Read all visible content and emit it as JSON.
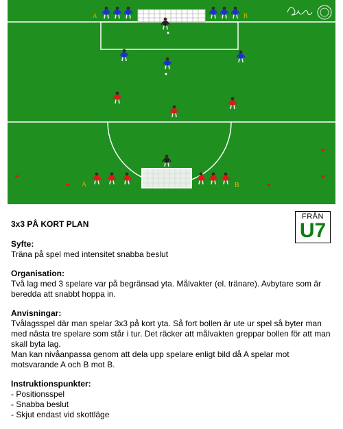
{
  "diagram": {
    "label_a_top": "A",
    "label_b_top": "B",
    "label_a_bottom": "A",
    "label_b_bottom": "B",
    "pitch_color": "#1f8f1f",
    "team_blue_color": "#1a2fd6",
    "team_red_color": "#e01818",
    "keeper_color": "#222222",
    "label_color": "#e0b400"
  },
  "badge": {
    "top": "FRÅN",
    "main": "U7"
  },
  "doc": {
    "title": "3x3 PÅ KORT PLAN",
    "sections": [
      {
        "heading": "Syfte:",
        "paragraphs": [
          "Träna på spel med intensitet snabba beslut"
        ]
      },
      {
        "heading": "Organisation:",
        "paragraphs": [
          "Två lag med 3 spelare var på begränsad yta. Målvakter (el. tränare). Avbytare som är beredda att snabbt hoppa in."
        ]
      },
      {
        "heading": "Anvisningar:",
        "paragraphs": [
          "Tvålagsspel där man spelar 3x3 på kort yta. Så fort bollen är ute ur spel så byter man med nästa tre spelare som står i tur. Det räcker att målvakten greppar bollen för att man skall byta lag.",
          "Man kan nivåanpassa genom att dela upp spelare enligt bild då A spelar mot motsvarande A och B mot B."
        ]
      },
      {
        "heading": "Instruktionspunkter:",
        "items": [
          "- Positionsspel",
          "- Snabba beslut",
          "- Skjut endast vid skottläge"
        ]
      }
    ]
  }
}
